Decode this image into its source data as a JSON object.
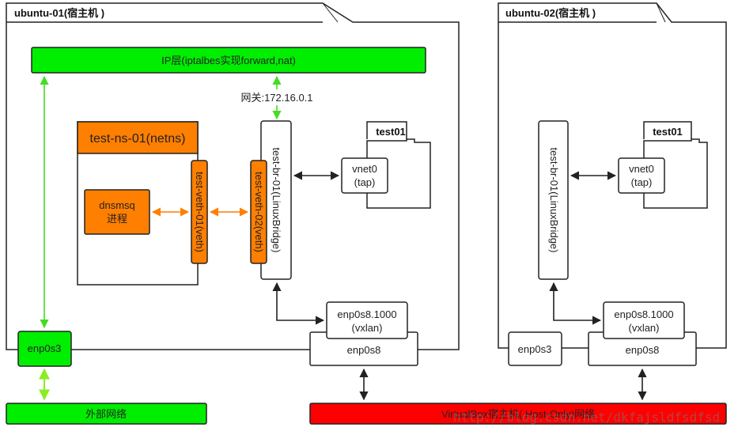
{
  "colors": {
    "green": "#00ee00",
    "orange": "#ff7f00",
    "red": "#ff0000",
    "green_arrow": "#44dd22",
    "light_green_arrow": "#88ee22",
    "orange_arrow": "#ff7f00",
    "dark": "#222222"
  },
  "host1": {
    "title": "ubuntu-01(宿主机 )",
    "ip_layer": "IP层(iptalbes实现forward,nat)",
    "gateway": "网关:172.16.0.1",
    "netns_title": "test-ns-01(netns)",
    "dnsmasq": [
      "dnsmsq",
      "进程"
    ],
    "veth1": "test-veth-01(veth)",
    "veth2": "test-veth-02(veth)",
    "bridge": "test-br-01(LinuxBridge)",
    "vm_title": "test01",
    "vnet": [
      "vnet0",
      "(tap)"
    ],
    "vxlan": [
      "enp0s8.1000",
      "(vxlan)"
    ],
    "enp0s8": "enp0s8",
    "enp0s3": "enp0s3"
  },
  "host2": {
    "title": "ubuntu-02(宿主机 )",
    "bridge": "test-br-01(LinuxBridge)",
    "vm_title": "test01",
    "vnet": [
      "vnet0",
      "(tap)"
    ],
    "vxlan": [
      "enp0s8.1000",
      "(vxlan)"
    ],
    "enp0s8": "enp0s8",
    "enp0s3": "enp0s3"
  },
  "external_network": "外部网络",
  "hostonly_network": "VirtualBox宿主机( Host-Only)网络",
  "watermark": "http://blog.csdn.net/dkfajsldfsdfsd"
}
